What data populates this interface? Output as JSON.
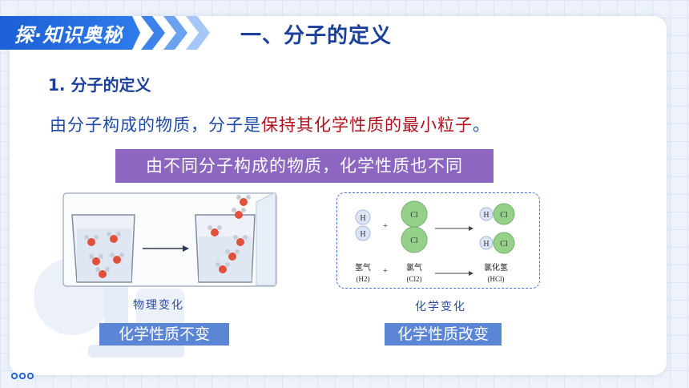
{
  "header": {
    "banner_label": "探·知识奥秘",
    "section_title": "一、分子的定义"
  },
  "content": {
    "subheading": "1. 分子的定义",
    "sentence_part1": "由分子构成的物质，分子是",
    "sentence_highlight": "保持其化学性质的最小粒子",
    "sentence_end": "。",
    "highlight_box": "由不同分子构成的物质，化学性质也不同"
  },
  "left_panel": {
    "caption": "物理变化",
    "badge": "化学性质不变"
  },
  "right_panel": {
    "caption": "化学变化",
    "badge": "化学性质改变",
    "reactant1_atom": "H",
    "reactant2_atom": "Cl",
    "product_atoms": [
      "H",
      "Cl"
    ],
    "plus_sign": "+",
    "label_h2": "氢气",
    "formula_h2": "(H2)",
    "label_cl2": "氯气",
    "formula_cl2": "(Cl2)",
    "label_hcl": "氯化氢",
    "formula_hcl": "(HCl)"
  },
  "colors": {
    "brand_blue": "#1c5fd6",
    "title_blue": "#1b3f9c",
    "highlight_red": "#b2101d",
    "purple": "#8d66c2",
    "badge_blue": "#5b86d6"
  }
}
